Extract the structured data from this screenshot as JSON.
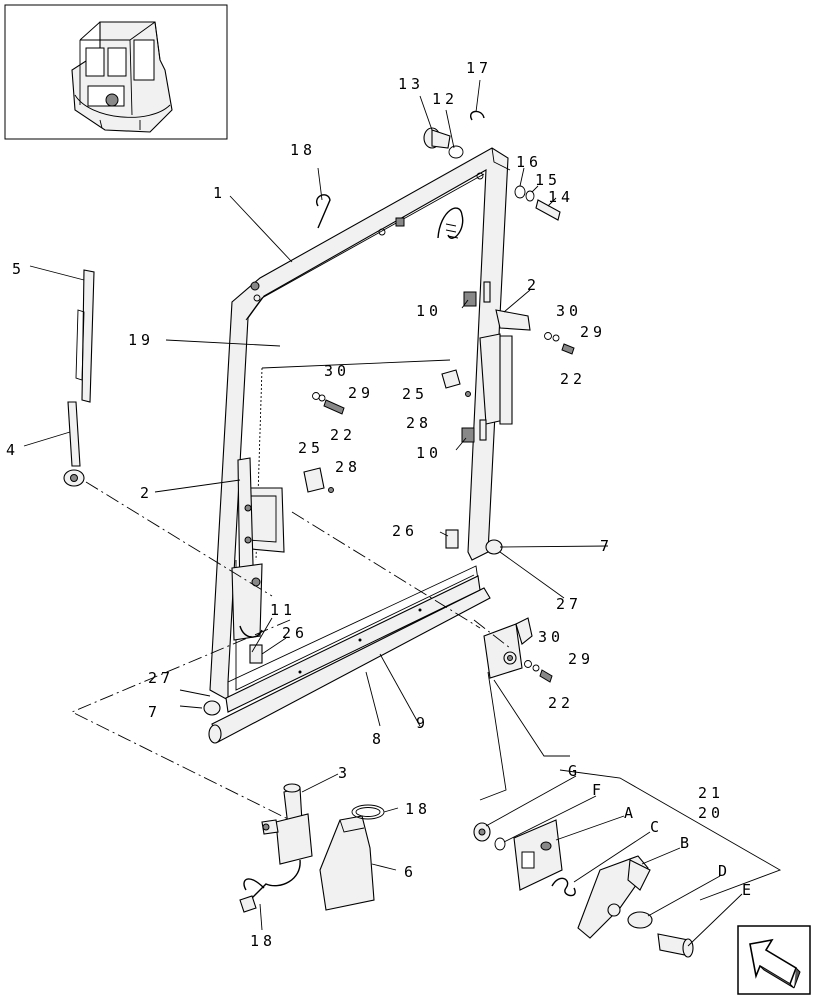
{
  "labels": {
    "l1": "1",
    "l2a": "2",
    "l2b": "2",
    "l3": "3",
    "l4": "4",
    "l5": "5",
    "l6": "6",
    "l7a": "7",
    "l7b": "7",
    "l8": "8",
    "l9": "9",
    "l10a": "10",
    "l10b": "10",
    "l11": "11",
    "l12": "12",
    "l13": "13",
    "l14": "14",
    "l15": "15",
    "l16": "16",
    "l17": "17",
    "l18a": "18",
    "l18b": "18",
    "l18c": "18",
    "l19": "19",
    "l20": "20",
    "l21": "21",
    "l22a": "22",
    "l22b": "22",
    "l22c": "22",
    "l25a": "25",
    "l25b": "25",
    "l26a": "26",
    "l26b": "26",
    "l27a": "27",
    "l27b": "27",
    "l28a": "28",
    "l28b": "28",
    "l29a": "29",
    "l29b": "29",
    "l29c": "29",
    "l30a": "30",
    "l30b": "30",
    "l30c": "30",
    "lA": "A",
    "lB": "B",
    "lC": "C",
    "lD": "D",
    "lE": "E",
    "lF": "F",
    "lG": "G"
  }
}
